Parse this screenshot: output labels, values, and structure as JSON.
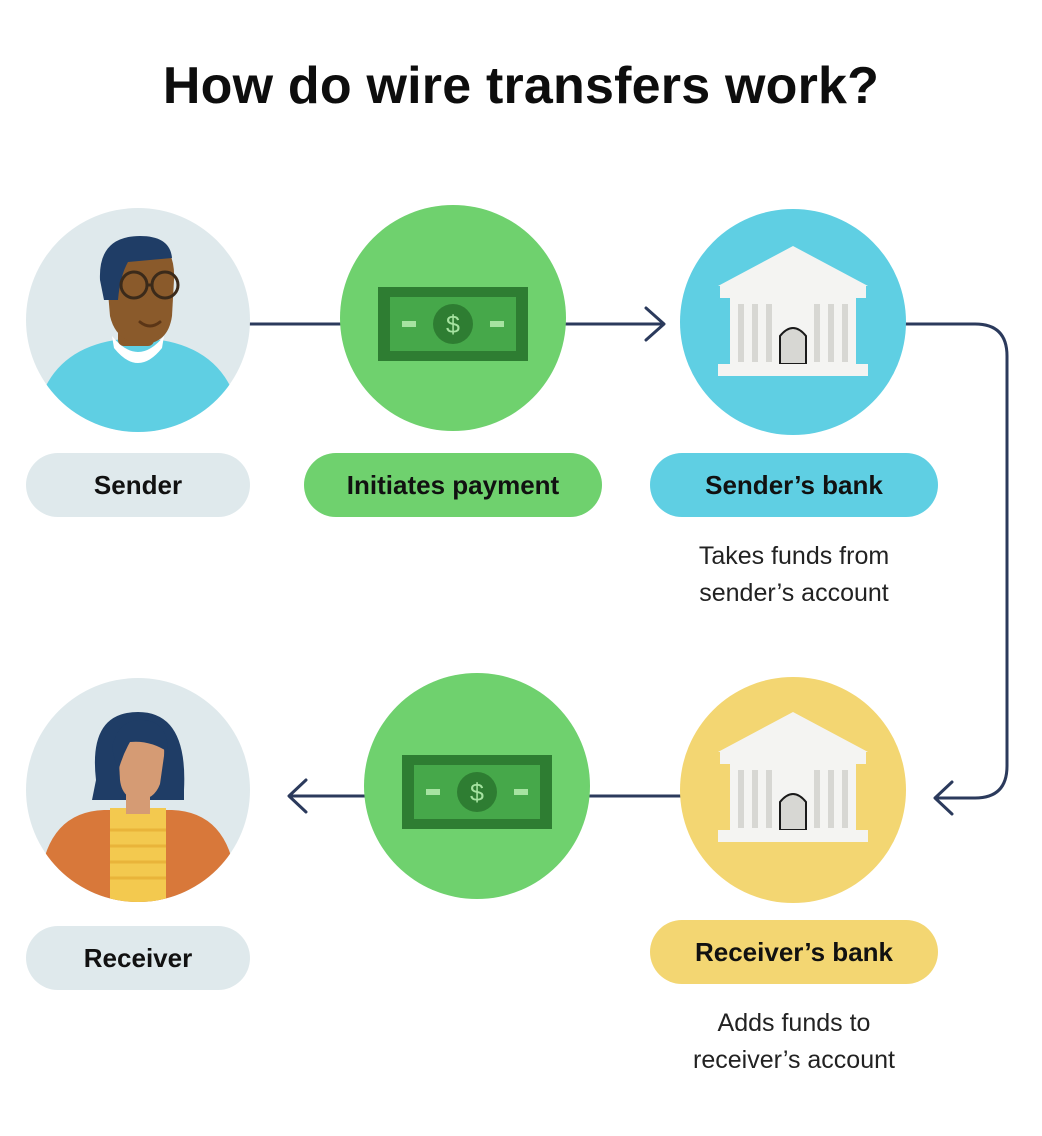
{
  "title": "How do wire transfers work?",
  "colors": {
    "line": "#2b3a5c",
    "person_bg": "#dfe9ec",
    "money_bg": "#6fd16e",
    "sender_bank_bg": "#5fcfe3",
    "receiver_bank_bg": "#f3d672",
    "bill_dark": "#2e7d32",
    "bill_mid": "#46a84a",
    "bank_white": "#f4f4f2",
    "bank_shade": "#d7d7d3"
  },
  "nodes": {
    "sender": {
      "label": "Sender"
    },
    "initiates": {
      "label": "Initiates payment"
    },
    "sender_bank": {
      "label": "Sender’s bank",
      "description": [
        "Takes funds from",
        "sender’s account"
      ]
    },
    "receiver_bank": {
      "label": "Receiver’s bank",
      "description": [
        "Adds funds to",
        "receiver’s account"
      ]
    },
    "receiver": {
      "label": "Receiver"
    }
  },
  "icons": {
    "sender": "man-with-glasses-icon",
    "money": "dollar-bill-icon",
    "bank": "bank-building-icon",
    "receiver": "woman-icon"
  }
}
